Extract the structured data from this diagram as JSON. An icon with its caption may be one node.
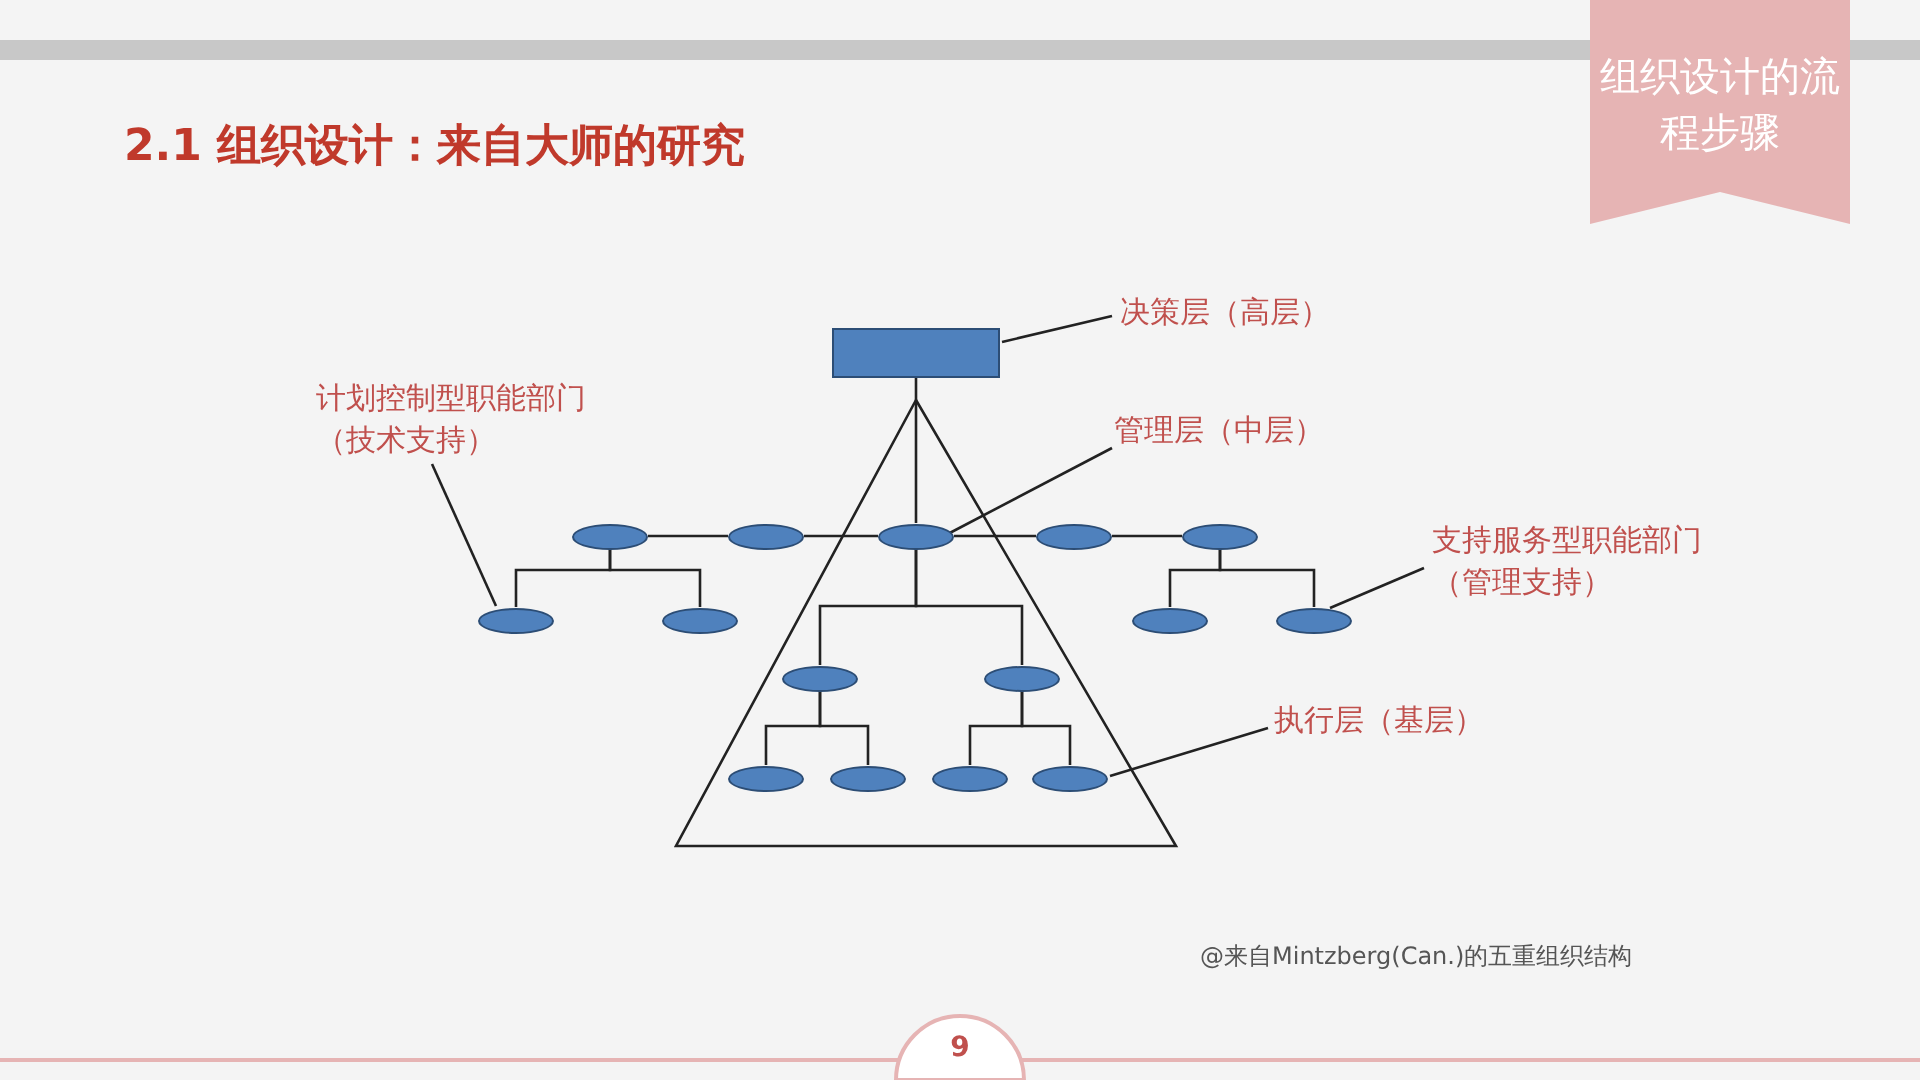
{
  "diagram": {
    "title": "2.1 组织设计：来自大师的研究",
    "caption": "@来自Mintzberg(Can.)的五重组织结构",
    "nodes": [
      {
        "text": [],
        "shape": "box"
      },
      {
        "text": [],
        "shape": "ellipse"
      },
      {
        "text": [],
        "shape": "ellipse"
      },
      {
        "text": [],
        "shape": "ellipse"
      },
      {
        "text": [],
        "shape": "ellipse"
      },
      {
        "text": [],
        "shape": "ellipse"
      },
      {
        "text": [],
        "shape": "ellipse"
      },
      {
        "text": [],
        "shape": "ellipse"
      },
      {
        "text": [],
        "shape": "ellipse"
      },
      {
        "text": [],
        "shape": "ellipse"
      },
      {
        "text": [],
        "shape": "ellipse"
      },
      {
        "text": [],
        "shape": "ellipse"
      },
      {
        "text": [],
        "shape": "ellipse"
      },
      {
        "text": [],
        "shape": "ellipse"
      },
      {
        "text": [],
        "shape": "ellipse"
      },
      {
        "text": [],
        "shape": "ellipse"
      },
      {
        "text": [
          "决策层（高层）"
        ]
      },
      {
        "text": [
          "计划控制型职能部门（技术支持）"
        ]
      },
      {
        "text": [
          "管理层（中层）"
        ]
      },
      {
        "text": [
          "支持服务型职能部门（管理支持）"
        ]
      },
      {
        "text": [
          "执行层（基层）"
        ]
      }
    ],
    "edges": [
      {
        "from": 0,
        "to": 3,
        "arrow": "none"
      },
      {
        "from": 1,
        "to": 2,
        "arrow": "none"
      },
      {
        "from": 2,
        "to": 3,
        "arrow": "none"
      },
      {
        "from": 3,
        "to": 4,
        "arrow": "none"
      },
      {
        "from": 4,
        "to": 5,
        "arrow": "none"
      },
      {
        "from": 1,
        "to": 6,
        "arrow": "none"
      },
      {
        "from": 1,
        "to": 7,
        "arrow": "none"
      },
      {
        "from": 5,
        "to": 8,
        "arrow": "none"
      },
      {
        "from": 5,
        "to": 9,
        "arrow": "none"
      },
      {
        "from": 3,
        "to": 10,
        "arrow": "none"
      },
      {
        "from": 3,
        "to": 11,
        "arrow": "none"
      },
      {
        "from": 10,
        "to": 12,
        "arrow": "none"
      },
      {
        "from": 10,
        "to": 13,
        "arrow": "none"
      },
      {
        "from": 11,
        "to": 14,
        "arrow": "none"
      },
      {
        "from": 11,
        "to": 15,
        "arrow": "none"
      },
      {
        "from": 16,
        "to": 0,
        "arrow": "none"
      },
      {
        "from": 17,
        "to": 6,
        "arrow": "none"
      },
      {
        "from": 18,
        "to": 3,
        "arrow": "none"
      },
      {
        "from": 19,
        "to": 9,
        "arrow": "none"
      },
      {
        "from": 20,
        "to": 15,
        "arrow": "none"
      }
    ],
    "labels": [
      "组织设计的流程步骤",
      "9"
    ]
  }
}
